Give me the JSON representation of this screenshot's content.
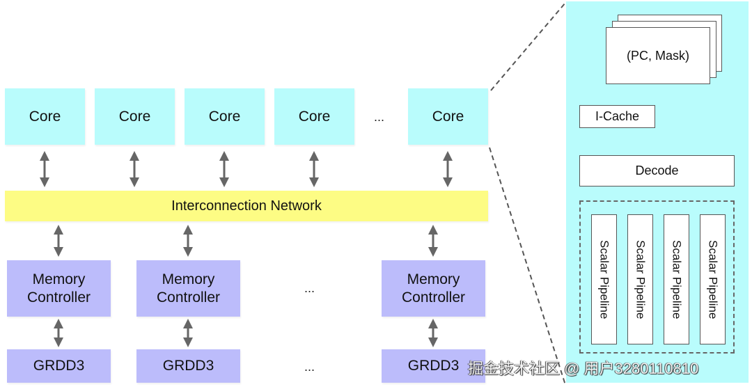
{
  "diagram": {
    "cores": [
      "Core",
      "Core",
      "Core",
      "Core",
      "Core"
    ],
    "core_ellipsis": "...",
    "interconnect_label": "Interconnection Network",
    "memory_controllers": [
      {
        "line1": "Memory",
        "line2": "Controller"
      },
      {
        "line1": "Memory",
        "line2": "Controller"
      },
      {
        "line1": "Memory",
        "line2": "Controller"
      }
    ],
    "memory_ellipsis": "...",
    "dram_modules": [
      "GRDD3",
      "GRDD3",
      "GRDD3"
    ],
    "dram_ellipsis": "..."
  },
  "core_detail": {
    "warp_state_label": "(PC, Mask)",
    "icache_label": "I-Cache",
    "decode_label": "Decode",
    "pipelines": [
      "Scalar Pipeline",
      "Scalar Pipeline",
      "Scalar Pipeline",
      "Scalar Pipeline"
    ]
  },
  "watermark": "掘金技术社区 @ 用户3280110810",
  "colors": {
    "core": "#b9fcfc",
    "memory": "#bcbcfb",
    "interconnect": "#fdfc84",
    "arrow": "#666666"
  }
}
